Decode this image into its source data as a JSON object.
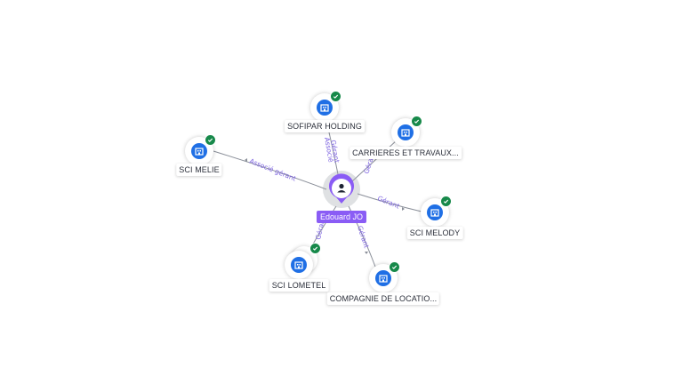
{
  "center": {
    "name": "Edouard JO",
    "icon": "person-icon",
    "color": "#8a5cf5"
  },
  "colors": {
    "company": "#1f6fe5",
    "verified": "#17894a",
    "edge_label": "#7b61e0",
    "edge": "#8a8f99"
  },
  "companies": [
    {
      "name": "SOFIPAR HOLDING",
      "icon": "company-icon",
      "verified": true
    },
    {
      "name": "CARRIERES ET TRAVAUX...",
      "icon": "company-icon",
      "verified": true
    },
    {
      "name": "SCI MELIE",
      "icon": "company-icon",
      "verified": true
    },
    {
      "name": "SCI MELODY",
      "icon": "company-icon",
      "verified": true
    },
    {
      "name": "SCI LOMETEL",
      "icon": "company-icon",
      "verified": true
    },
    {
      "name": "COMPAGNIE DE LOCATIO...",
      "icon": "company-icon",
      "verified": true
    }
  ],
  "edges": [
    {
      "target": "SOFIPAR HOLDING",
      "labels": [
        "Gérant",
        "Associé"
      ]
    },
    {
      "target": "CARRIERES ET TRAVAUX...",
      "labels": [
        "Gérant"
      ]
    },
    {
      "target": "SCI MELIE",
      "labels": [
        "Associé gérant"
      ]
    },
    {
      "target": "SCI MELODY",
      "labels": [
        "Gérant"
      ]
    },
    {
      "target": "SCI LOMETEL",
      "labels": [
        "Gérant"
      ]
    },
    {
      "target": "COMPAGNIE DE LOCATIO...",
      "labels": [
        "Gérant"
      ]
    }
  ]
}
